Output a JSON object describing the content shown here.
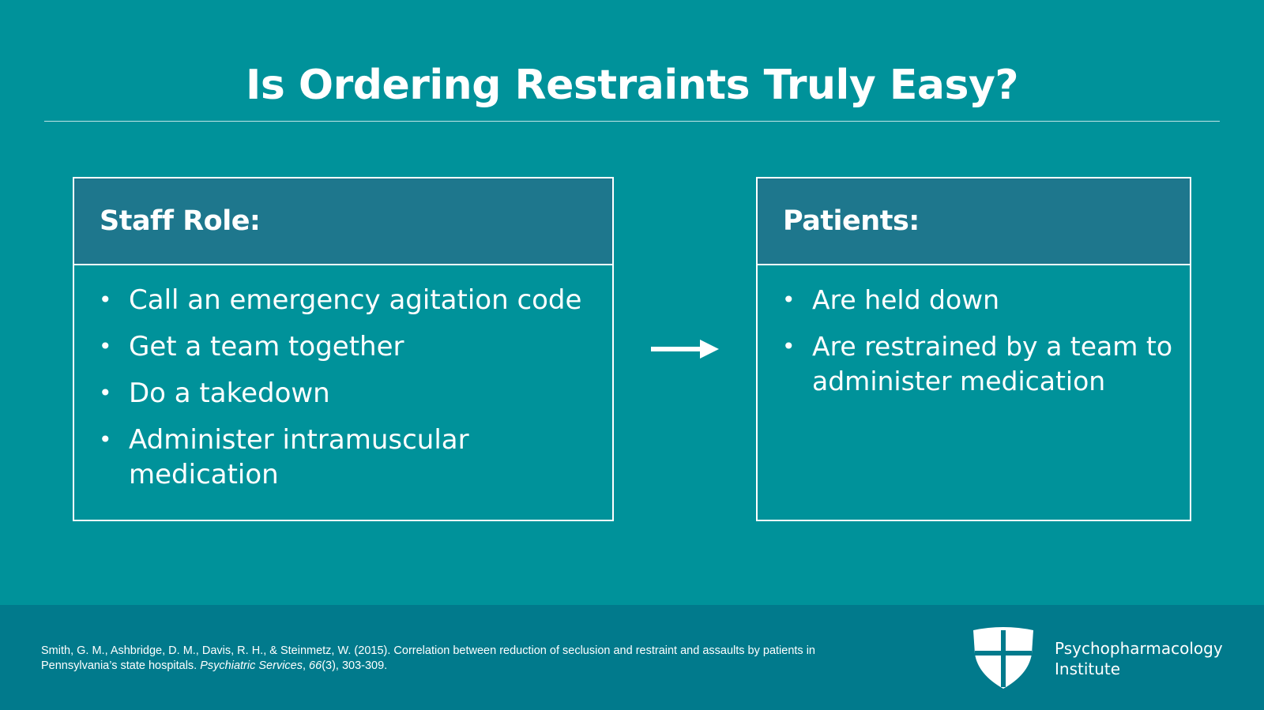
{
  "slide": {
    "title": "Is Ordering Restraints Truly Easy?"
  },
  "staff_panel": {
    "heading": "Staff Role:",
    "bullet_symbol": "•",
    "items": [
      "Call an emergency agitation code",
      "Get a team together",
      "Do a takedown",
      "Administer intramuscular medication"
    ]
  },
  "patients_panel": {
    "heading": "Patients:",
    "bullet_symbol": "•",
    "items": [
      "Are held down",
      "Are restrained by a team to administer medication"
    ]
  },
  "footer": {
    "citation": {
      "authors_text": "Smith, G. M., Ashbridge, D. M., Davis, R. H., & Steinmetz, W. (2015). Correlation between reduction of seclusion and restraint and assaults by patients in Pennsylvania’s state hospitals.",
      "journal": "Psychiatric Services",
      "separator": ",",
      "volume": "66",
      "issue_pages": "(3), 303-309."
    },
    "logo": {
      "icon": "shield-cross-icon",
      "line1": "Psychopharmacology",
      "line2": "Institute"
    }
  },
  "colors": {
    "background": "#00929a",
    "panel_header": "#1e778d",
    "footer": "#017a8c",
    "text": "#ffffff"
  }
}
